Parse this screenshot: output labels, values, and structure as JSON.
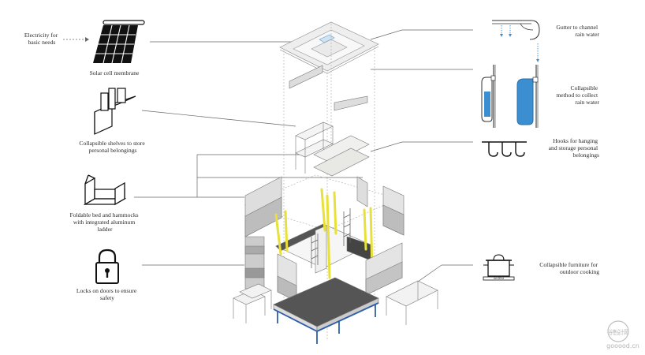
{
  "labels": {
    "electricity": [
      "Electricity for",
      "basic needs"
    ],
    "solar": [
      "Solar cell membrane"
    ],
    "shelves": [
      "Collapsible shelves to store",
      "personal belongings"
    ],
    "bed": [
      "Foldable bed and hammocks",
      "with integrated aluminum",
      "ladder"
    ],
    "locks": [
      "Locks on doors to ensure",
      "safety"
    ],
    "gutter": [
      "Gutter to channel",
      "rain water"
    ],
    "collect": [
      "Collapsible",
      "method to collect",
      "rain water"
    ],
    "hooks": [
      "Hooks for hanging",
      "and storage personal",
      "belongings"
    ],
    "cooking": [
      "Collapsible furniture for",
      "outdoor cooking"
    ]
  },
  "stove_text": "dd:DDtd",
  "watermark": {
    "brand": "谷德设计网",
    "url": "gooood.cn"
  },
  "colors": {
    "line": "#555555",
    "accent_yellow": "#e8e13a",
    "water_blue": "#3b8fd0",
    "frame_blue": "#2f5fa8",
    "panel_gray": "#d9d9d9",
    "dark_gray": "#555555"
  }
}
